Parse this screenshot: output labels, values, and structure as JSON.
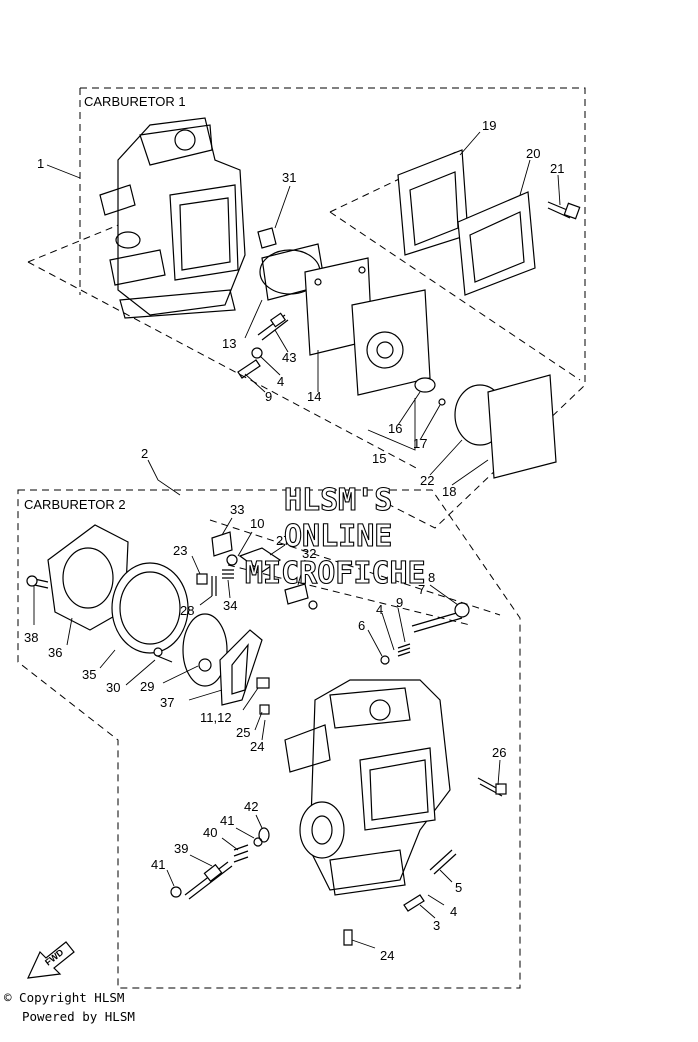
{
  "groups": {
    "carb1_title": "CARBURETOR 1",
    "carb2_title": "CARBURETOR 2"
  },
  "callouts": [
    "1",
    "31",
    "19",
    "20",
    "21",
    "13",
    "43",
    "4",
    "9",
    "14",
    "16",
    "17",
    "15",
    "22",
    "18",
    "2",
    "33",
    "10",
    "27",
    "32",
    "8",
    "23",
    "34",
    "28",
    "7",
    "9",
    "4",
    "6",
    "38",
    "36",
    "35",
    "30",
    "29",
    "37",
    "11,12",
    "25",
    "24",
    "26",
    "42",
    "41",
    "40",
    "39",
    "41",
    "5",
    "4",
    "3",
    "24"
  ],
  "watermark": {
    "line1": "HLSM'S",
    "line2": "ONLINE",
    "line3": "MICROFICHE"
  },
  "fwd_label": "FWD",
  "footer": {
    "copyright": "© Copyright HLSM",
    "powered": "Powered by HLSM"
  }
}
